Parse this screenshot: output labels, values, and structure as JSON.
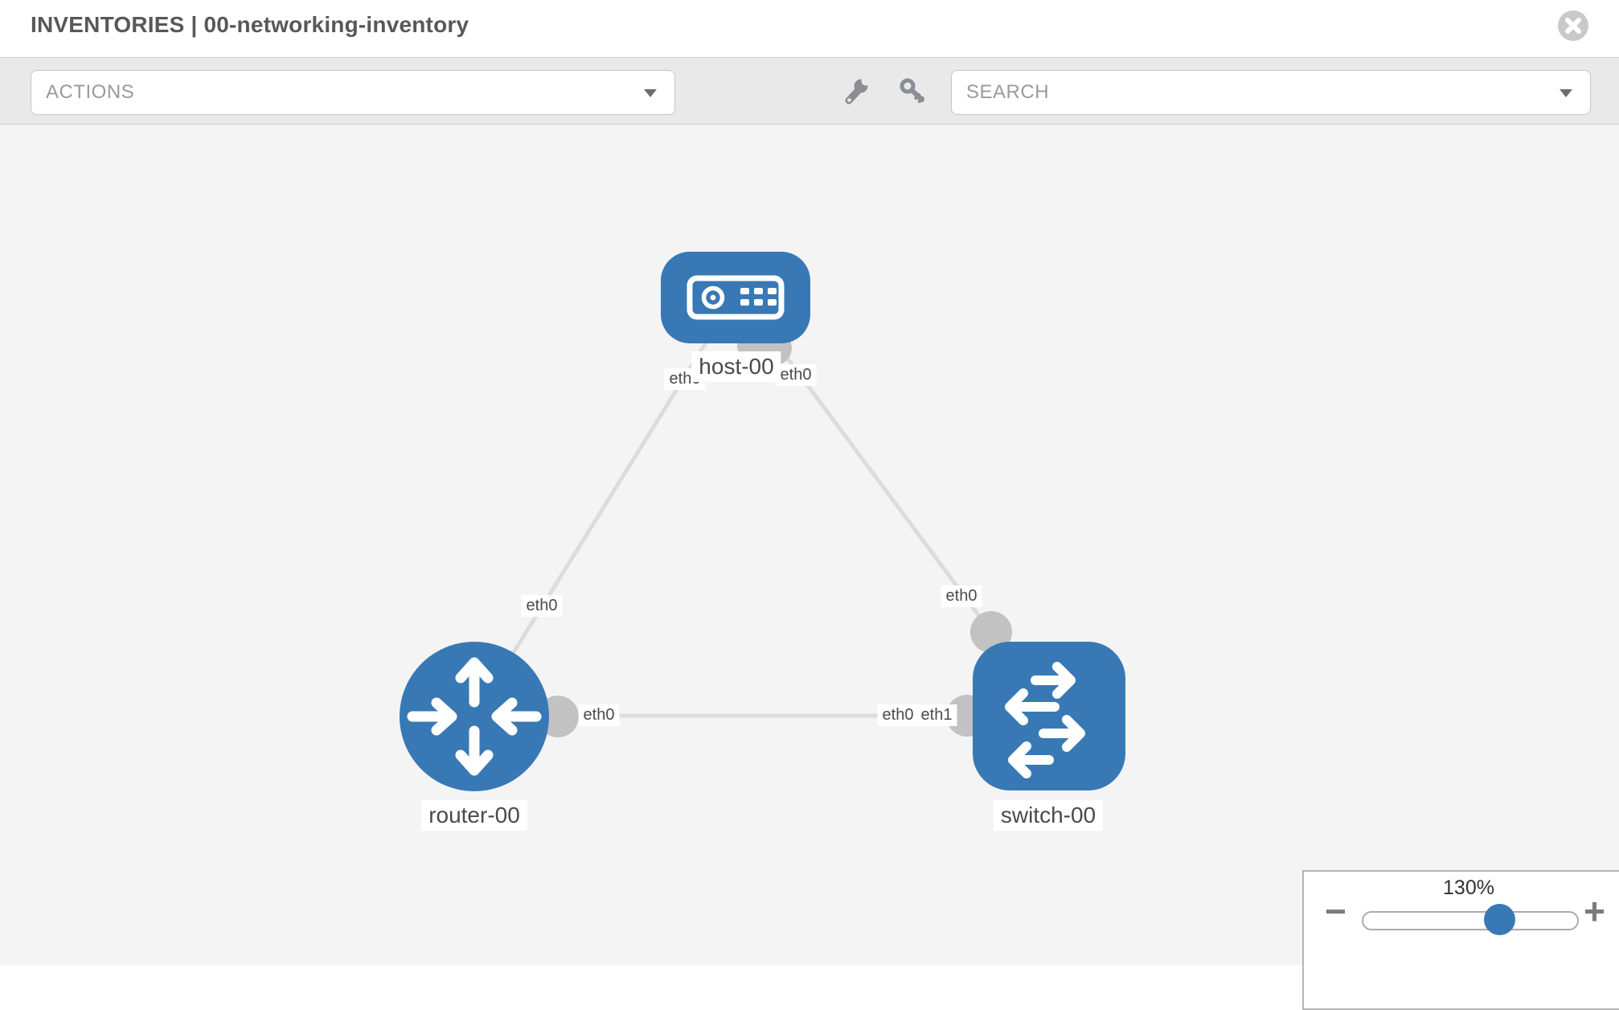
{
  "header": {
    "title": "INVENTORIES | 00-networking-inventory"
  },
  "toolbar": {
    "actions_label": "ACTIONS",
    "search_placeholder": "SEARCH",
    "icons": [
      "wrench-icon",
      "key-icon"
    ]
  },
  "colors": {
    "node_blue": "#3879b5",
    "link_gray": "#dcdcdc",
    "dot_gray": "#c2c2c2",
    "canvas_bg": "#f4f4f4",
    "toolbar_bg": "#e9e9e9"
  },
  "topology": {
    "nodes": [
      {
        "id": "host-00",
        "label": "host-00",
        "type": "host"
      },
      {
        "id": "router-00",
        "label": "router-00",
        "type": "router"
      },
      {
        "id": "switch-00",
        "label": "switch-00",
        "type": "switch"
      }
    ],
    "links": [
      {
        "from": "host-00",
        "from_iface": "eth0",
        "to": "router-00",
        "to_iface": "eth0"
      },
      {
        "from": "host-00",
        "from_iface": "eth0",
        "to": "switch-00",
        "to_iface": "eth0"
      },
      {
        "from": "router-00",
        "from_iface": "eth0",
        "to": "switch-00",
        "to_iface": "eth1"
      }
    ],
    "iface_labels": [
      {
        "text": "eth0"
      },
      {
        "text": "eth0"
      },
      {
        "text": "eth0"
      },
      {
        "text": "eth0"
      },
      {
        "text": "eth0"
      },
      {
        "text": "eth0"
      },
      {
        "text": "eth1"
      }
    ]
  },
  "zoom_panel": {
    "value": "130%",
    "minus": "−",
    "plus": "+"
  }
}
